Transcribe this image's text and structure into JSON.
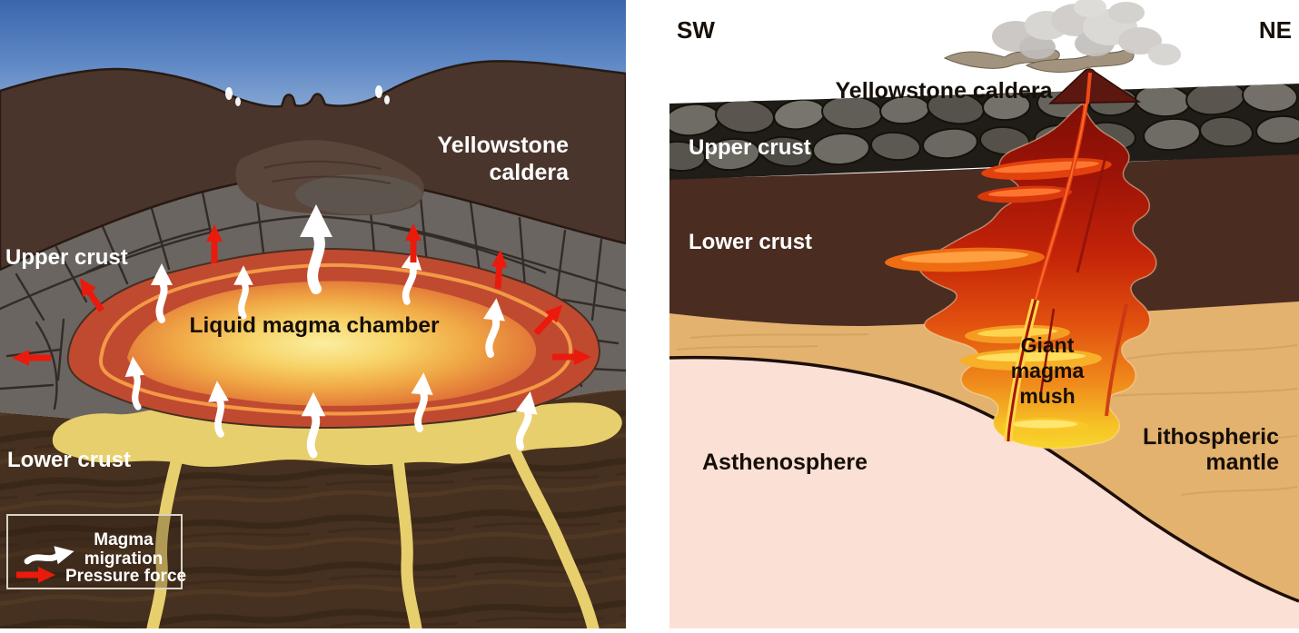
{
  "left_panel": {
    "labels": {
      "caldera_line1": "Yellowstone",
      "caldera_line2": "caldera",
      "upper_crust": "Upper crust",
      "lower_crust": "Lower crust",
      "chamber": "Liquid magma chamber"
    },
    "legend": {
      "magma_line1": "Magma",
      "magma_line2": "migration",
      "pressure": "Pressure force"
    }
  },
  "right_panel": {
    "compass": {
      "sw": "SW",
      "ne": "NE"
    },
    "labels": {
      "caldera": "Yellowstone caldera",
      "upper_crust": "Upper crust",
      "lower_crust": "Lower crust",
      "mush_line1": "Giant",
      "mush_line2": "magma",
      "mush_line3": "mush",
      "asthenosphere": "Asthenosphere",
      "mantle_line1": "Lithospheric",
      "mantle_line2": "mantle"
    }
  },
  "colors": {
    "sky_blue": "#3b66ad",
    "mountain_brown": "#4a352c",
    "upper_crust_grey": "#6b6561",
    "lower_crust_brown": "#46301f",
    "magma_red": "#c04a30",
    "magma_rim_orange": "#f59d48",
    "magma_core_yellow": "#f7d469",
    "underplate_yellow": "#e8cf6e",
    "pressure_arrow_red": "#ea1a0c",
    "migration_arrow_white": "#ffffff",
    "right_lower_crust": "#4a2c21",
    "mantle_tan": "#e3b26e",
    "asthenosphere_red": "#dd3320",
    "mush_dark_red": "#9d1307",
    "mush_yellow": "#f8d42c"
  }
}
